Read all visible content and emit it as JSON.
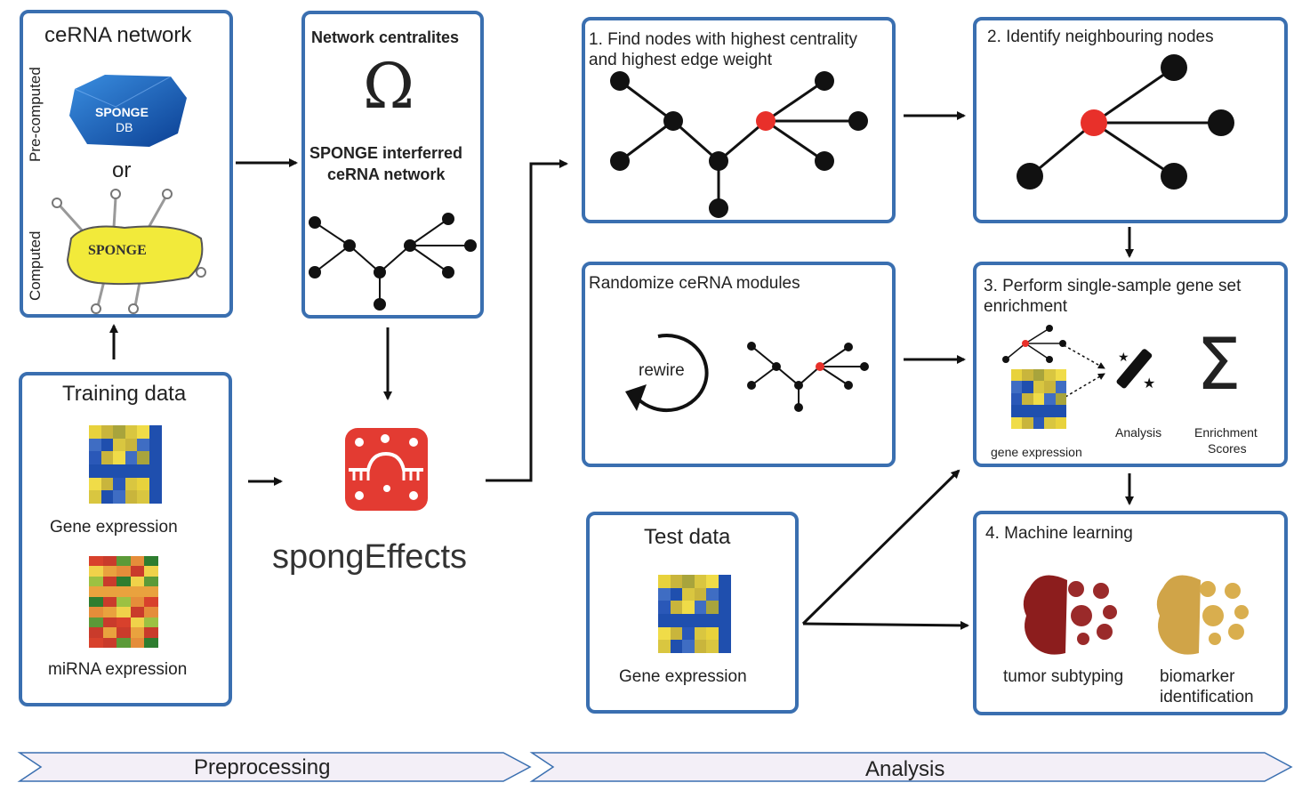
{
  "precomputed_box": {
    "title": "ceRNA network",
    "label_precomputed": "Pre-computed",
    "label_computed": "Computed",
    "or": "or",
    "spongedb_line1": "SPONGE",
    "spongedb_line2": "DB",
    "sponge_logo": "SPONGE"
  },
  "centralities_box": {
    "title": "Network centralites",
    "omega": "Ω",
    "subtitle_line1": "SPONGE interferred",
    "subtitle_line2": "ceRNA network"
  },
  "training_box": {
    "title": "Training data",
    "gene_label": "Gene expression",
    "mirna_label": "miRNA expression"
  },
  "tool": {
    "name": "spongEffects"
  },
  "step1": {
    "line1": "1. Find nodes with highest centrality",
    "line2": "and highest edge weight"
  },
  "step2": {
    "title": "2. Identify neighbouring nodes"
  },
  "randomize": {
    "title": "Randomize ceRNA modules",
    "rewire": "rewire"
  },
  "step3": {
    "line1": "3. Perform single-sample gene set",
    "line2": "enrichment",
    "gene_expression": "gene expression",
    "analysis": "Analysis",
    "enrichment_line1": "Enrichment",
    "enrichment_line2": "Scores",
    "sigma": "Σ"
  },
  "test_box": {
    "title": "Test data",
    "gene_label": "Gene expression"
  },
  "step4": {
    "title": "4. Machine learning",
    "tumor": "tumor subtyping",
    "biomarker_line1": "biomarker",
    "biomarker_line2": "identification"
  },
  "phases": {
    "preprocessing": "Preprocessing",
    "analysis": "Analysis"
  },
  "colors": {
    "border": "#3a6fb0",
    "highlight_node": "#e8302a",
    "phase_fill": "#f3eff7",
    "phase_stroke": "#3a6fb0"
  }
}
